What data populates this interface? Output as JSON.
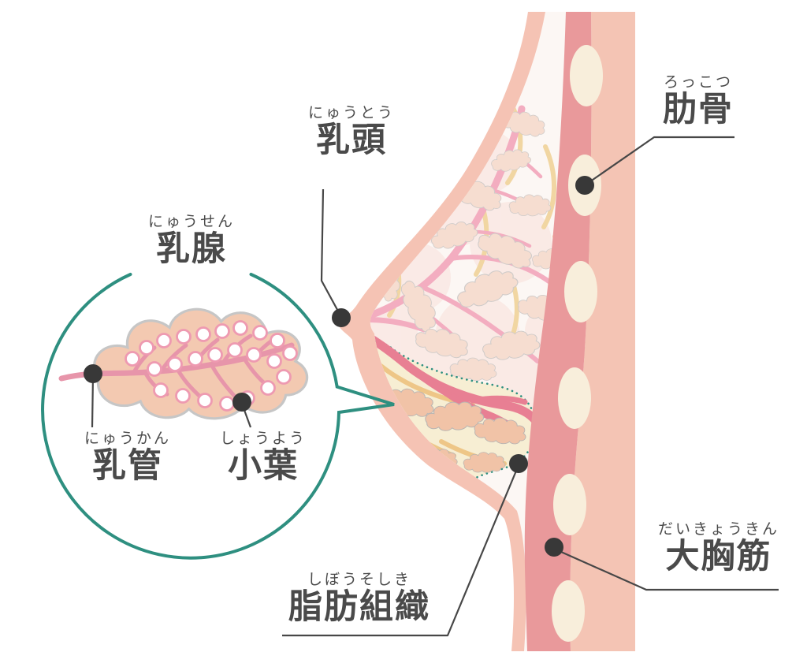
{
  "diagram": {
    "labels": {
      "nipple": {
        "main": "乳頭",
        "ruby": "にゅうとう"
      },
      "rib": {
        "main": "肋骨",
        "ruby": "ろっこつ"
      },
      "mammary_gland": {
        "main": "乳腺",
        "ruby": "にゅうせん"
      },
      "milk_duct": {
        "main": "乳管",
        "ruby": "にゅうかん"
      },
      "lobule": {
        "main": "小葉",
        "ruby": "しょうよう"
      },
      "adipose_tissue": {
        "main": "脂肪組織",
        "ruby": "しぼうそしき"
      },
      "pectoralis_major": {
        "main": "大胸筋",
        "ruby": "だいきょうきん"
      }
    },
    "colors": {
      "accent_teal": "#2e8f80",
      "skin": "#f5c3b4",
      "muscle": "#e9999b",
      "rib_bone": "#f8eedb",
      "duct_pink": "#f3adc0",
      "duct_dark_pink": "#e87f93",
      "fat_yellow": "#f7eed3",
      "lobule_light": "#f6ddd0",
      "lobule_dark": "#f1c3a7",
      "text": "#4a4a4a",
      "marker_dot": "#383838",
      "background": "#ffffff"
    }
  }
}
